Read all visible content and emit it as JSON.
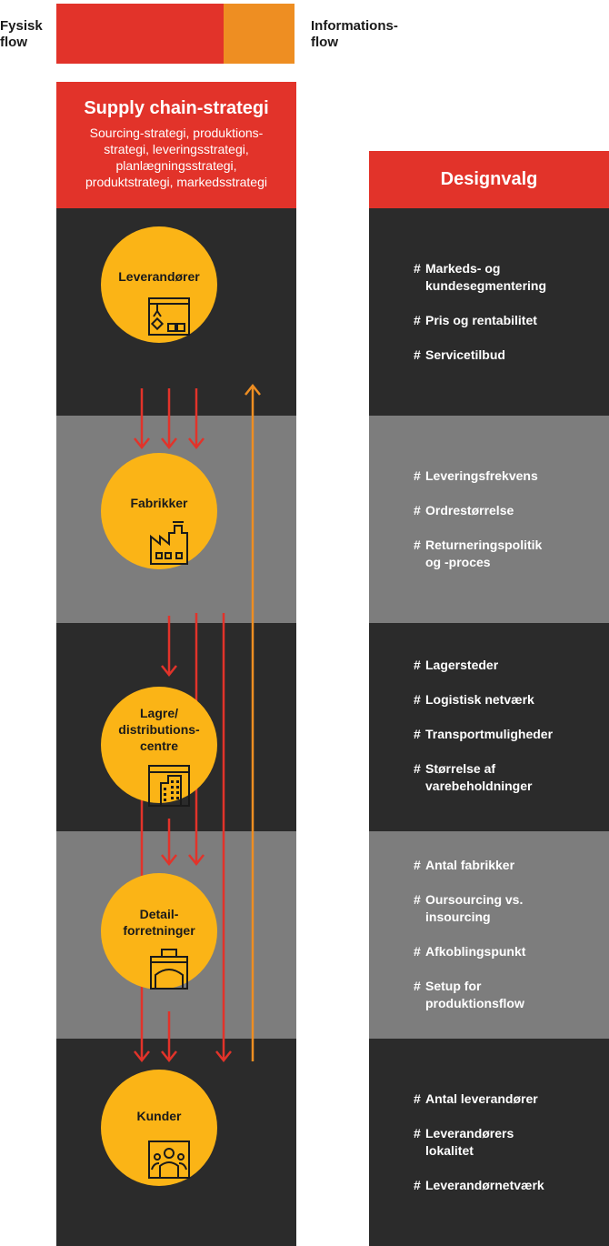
{
  "legend": {
    "physical_label": "Fysisk\nflow",
    "info_label": "Informations-\nflow",
    "physical_color": "#e2332a",
    "info_color": "#ee8e22"
  },
  "strategy": {
    "title": "Supply chain-strategi",
    "text": "Sourcing-strategi, produktions-\nstrategi, leveringsstrategi,\nplanlægningsstrategi,\nproduktstrategi, markedsstrategi"
  },
  "design": {
    "title": "Designvalg"
  },
  "nodes": [
    {
      "label": "Leverandører",
      "icon": "supplier-icon"
    },
    {
      "label": "Fabrikker",
      "icon": "factory-icon"
    },
    {
      "label": "Lagre/\ndistributions-\ncentre",
      "icon": "warehouse-icon"
    },
    {
      "label": "Detail-\nforretninger",
      "icon": "shopping-bag-icon"
    },
    {
      "label": "Kunder",
      "icon": "customers-icon"
    }
  ],
  "design_groups": [
    {
      "items": [
        "Markeds- og\nkundesegmentering",
        "Pris og rentabilitet",
        "Servicetilbud"
      ]
    },
    {
      "items": [
        "Leveringsfrekvens",
        "Ordrestørrelse",
        "Returneringspolitik\nog -proces"
      ]
    },
    {
      "items": [
        "Lagersteder",
        "Logistisk netværk",
        "Transportmuligheder",
        "Størrelse af\nvarebeholdninger"
      ]
    },
    {
      "items": [
        "Antal fabrikker",
        "Oursourcing vs.\ninsourcing",
        "Afkoblingspunkt",
        "Setup for\nproduktionsflow"
      ]
    },
    {
      "items": [
        "Antal leverandører",
        "Leverandørers\nlokalitet",
        "Leverandørnetværk"
      ]
    }
  ],
  "colors": {
    "dark_band": "#2b2b2b",
    "gray_band": "#7d7d7d",
    "node_fill": "#fbb416",
    "header_red": "#e2332a"
  }
}
